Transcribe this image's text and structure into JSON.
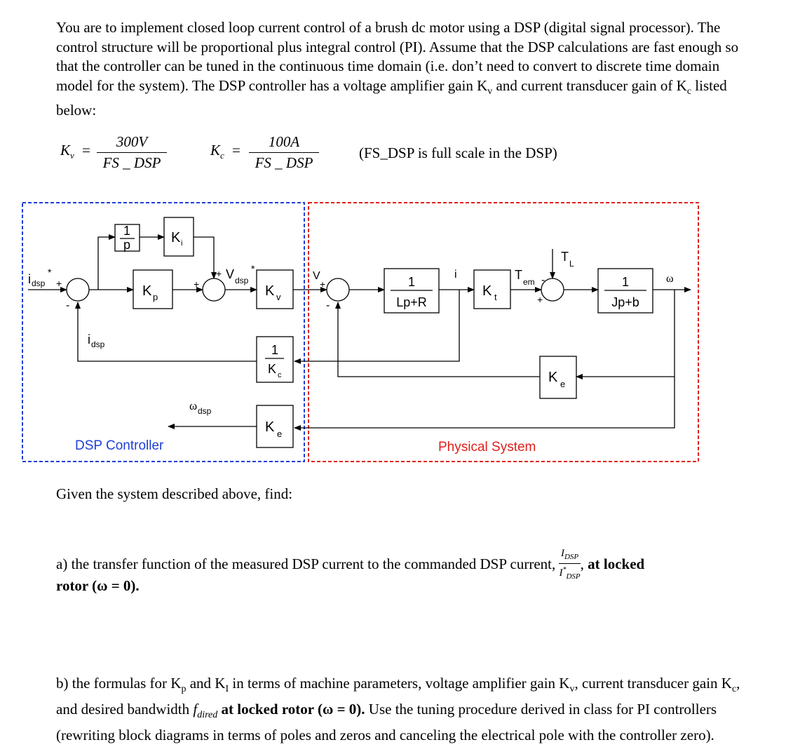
{
  "intro": "You are to implement closed loop current control of a brush dc motor using a DSP (digital signal processor).  The control structure will be proportional plus integral control (PI).  Assume that the DSP calculations are fast enough so that the controller can be tuned in the continuous time domain (i.e. don’t need to convert to discrete time domain model for the system).  The DSP controller has a voltage amplifier gain K",
  "intro_kv_sub": "v",
  "intro_tail": " and current transducer gain of K",
  "intro_kc_sub": "c",
  "intro_end": " listed below:",
  "equations": {
    "kv_lhs": "K",
    "kv_sub": "v",
    "eq": "=",
    "kv_num": "300V",
    "kv_den": "FS _ DSP",
    "kc_lhs": "K",
    "kc_sub": "c",
    "kc_num": "100A",
    "kc_den": "FS _ DSP",
    "note": "(FS_DSP is full scale in the DSP)"
  },
  "diagram": {
    "dsp_label": "DSP Controller",
    "phys_label": "Physical System",
    "colors": {
      "dsp_border": "#1f3fd6",
      "phys_border": "#e0201c",
      "dsp_text": "#1f3fd6",
      "phys_text": "#e0201c"
    },
    "blocks": {
      "integrator_num": "1",
      "integrator_den": "p",
      "ki": "K",
      "ki_sub": "i",
      "kp": "K",
      "kp_sub": "p",
      "kv": "K",
      "kv_sub": "v",
      "kc_num": "1",
      "kc_den": "K",
      "kc_den_sub": "c",
      "ke_dsp": "K",
      "ke_dsp_sub": "e",
      "elec_num": "1",
      "elec_den": "Lp+R",
      "kt": "K",
      "kt_sub": "t",
      "ke_phys": "K",
      "ke_phys_sub": "e",
      "mech_num": "1",
      "mech_den": "Jp+b"
    },
    "signals": {
      "idsp_star": "i",
      "idsp_star_sub": "dsp",
      "idsp_star_sup": "*",
      "idsp": "i",
      "idsp_sub": "dsp",
      "vdsp_star": "V",
      "vdsp_sub": "dsp",
      "vdsp_sup": "*",
      "v": "V",
      "i": "i",
      "tem": "T",
      "tem_sub": "em",
      "tl": "T",
      "tl_sub": "L",
      "omega": "ω",
      "omega_dsp": "ω",
      "omega_dsp_sub": "dsp",
      "plus": "+",
      "minus": "-"
    }
  },
  "given": "Given the system described above, find:",
  "qa": {
    "text": "a) the transfer function of the measured DSP current to the commanded DSP current,",
    "frac_num": "I",
    "frac_num_sub": "DSP",
    "frac_den": "I",
    "frac_den_sup": "*",
    "frac_den_sub": "DSP",
    "comma": ",",
    "bold_tail": "at locked",
    "rotor": "rotor (ω = 0)."
  },
  "qb": {
    "p1": "b) the formulas for K",
    "p1_sub": "p",
    "p2": " and K",
    "p2_sub": "I",
    "p3": " in terms of machine parameters, voltage amplifier gain K",
    "p3_sub": "v",
    "p4": ", current transducer gain K",
    "p4_sub": "c",
    "p5": ", and desired bandwidth ",
    "fdired": "f",
    "fdired_sub": "dired",
    "bold": " at locked rotor (ω = 0).",
    "p6": "  Use the tuning procedure derived in class for PI controllers (rewriting block diagrams in terms of poles and zeros and canceling the electrical pole with the controller zero)."
  }
}
